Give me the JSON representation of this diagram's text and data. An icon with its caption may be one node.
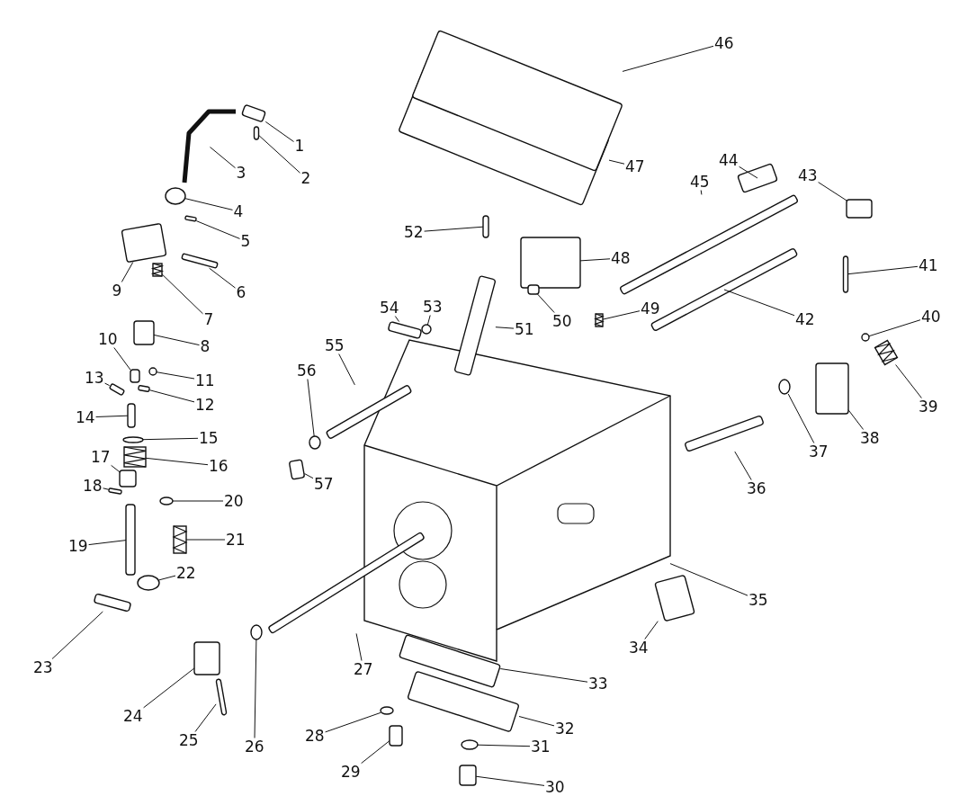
{
  "diagram": {
    "nodes": [
      {
        "text": [
          "1"
        ]
      },
      {
        "text": [
          "2"
        ]
      },
      {
        "text": [
          "3"
        ]
      },
      {
        "text": [
          "4"
        ]
      },
      {
        "text": [
          "5"
        ]
      },
      {
        "text": [
          "6"
        ]
      },
      {
        "text": [
          "7"
        ]
      },
      {
        "text": [
          "8"
        ]
      },
      {
        "text": [
          "9"
        ]
      },
      {
        "text": [
          "10"
        ]
      },
      {
        "text": [
          "11"
        ]
      },
      {
        "text": [
          "12"
        ]
      },
      {
        "text": [
          "13"
        ]
      },
      {
        "text": [
          "14"
        ]
      },
      {
        "text": [
          "15"
        ]
      },
      {
        "text": [
          "16"
        ]
      },
      {
        "text": [
          "17"
        ]
      },
      {
        "text": [
          "18"
        ]
      },
      {
        "text": [
          "19"
        ]
      },
      {
        "text": [
          "20"
        ]
      },
      {
        "text": [
          "21"
        ]
      },
      {
        "text": [
          "22"
        ]
      },
      {
        "text": [
          "23"
        ]
      },
      {
        "text": [
          "24"
        ]
      },
      {
        "text": [
          "25"
        ]
      },
      {
        "text": [
          "26"
        ]
      },
      {
        "text": [
          "27"
        ]
      },
      {
        "text": [
          "28"
        ]
      },
      {
        "text": [
          "29"
        ]
      },
      {
        "text": [
          "30"
        ]
      },
      {
        "text": [
          "31"
        ]
      },
      {
        "text": [
          "32"
        ]
      },
      {
        "text": [
          "33"
        ]
      },
      {
        "text": [
          "34"
        ]
      },
      {
        "text": [
          "35"
        ]
      },
      {
        "text": [
          "36"
        ]
      },
      {
        "text": [
          "37"
        ]
      },
      {
        "text": [
          "38"
        ]
      },
      {
        "text": [
          "39"
        ]
      },
      {
        "text": [
          "40"
        ]
      },
      {
        "text": [
          "41"
        ]
      },
      {
        "text": [
          "42"
        ]
      },
      {
        "text": [
          "43"
        ]
      },
      {
        "text": [
          "44"
        ]
      },
      {
        "text": [
          "45"
        ]
      },
      {
        "text": [
          "46"
        ]
      },
      {
        "text": [
          "47"
        ]
      },
      {
        "text": [
          "48"
        ]
      },
      {
        "text": [
          "49"
        ]
      },
      {
        "text": [
          "50"
        ]
      },
      {
        "text": [
          "51"
        ]
      },
      {
        "text": [
          "52"
        ]
      },
      {
        "text": [
          "53"
        ]
      },
      {
        "text": [
          "54"
        ]
      },
      {
        "text": [
          "55"
        ]
      },
      {
        "text": [
          "56"
        ]
      },
      {
        "text": [
          "57"
        ]
      },
      {
        "text": [],
        "shape": "box"
      },
      {
        "text": [],
        "shape": "box"
      },
      {
        "text": [],
        "shape": "picture"
      },
      {
        "text": [],
        "shape": "circle"
      },
      {
        "text": [],
        "shape": "box"
      },
      {
        "text": [],
        "shape": "box"
      },
      {
        "text": [],
        "shape": "box"
      },
      {
        "text": [],
        "shape": "box"
      },
      {
        "text": [],
        "shape": "box"
      },
      {
        "text": [],
        "shape": "box"
      },
      {
        "text": [],
        "shape": "circle"
      },
      {
        "text": [],
        "shape": "box"
      },
      {
        "text": [],
        "shape": "box"
      },
      {
        "text": [],
        "shape": "box"
      },
      {
        "text": [],
        "shape": "circle"
      },
      {
        "text": [],
        "shape": "box"
      },
      {
        "text": [],
        "shape": "box"
      },
      {
        "text": [],
        "shape": "box"
      },
      {
        "text": [],
        "shape": "box"
      },
      {
        "text": [],
        "shape": "circle"
      },
      {
        "text": [],
        "shape": "box"
      },
      {
        "text": [],
        "shape": "circle"
      },
      {
        "text": [],
        "shape": "box"
      },
      {
        "text": [],
        "shape": "box"
      },
      {
        "text": [],
        "shape": "box"
      },
      {
        "text": [],
        "shape": "circle"
      },
      {
        "text": [],
        "shape": "box"
      },
      {
        "text": [],
        "shape": "circle"
      },
      {
        "text": [],
        "shape": "box"
      },
      {
        "text": [],
        "shape": "box"
      },
      {
        "text": [],
        "shape": "circle"
      },
      {
        "text": [],
        "shape": "box"
      },
      {
        "text": [],
        "shape": "box"
      },
      {
        "text": [],
        "shape": "box"
      },
      {
        "text": [],
        "shape": "picture"
      },
      {
        "text": [],
        "shape": "box"
      },
      {
        "text": [],
        "shape": "circle"
      },
      {
        "text": [],
        "shape": "box"
      },
      {
        "text": [],
        "shape": "box"
      },
      {
        "text": [],
        "shape": "circle"
      },
      {
        "text": [],
        "shape": "box"
      },
      {
        "text": [],
        "shape": "box"
      },
      {
        "text": [],
        "shape": "box"
      },
      {
        "text": [],
        "shape": "box"
      },
      {
        "text": [],
        "shape": "box"
      },
      {
        "text": [],
        "shape": "box"
      },
      {
        "text": [],
        "shape": "box"
      },
      {
        "text": [],
        "shape": "box"
      },
      {
        "text": [],
        "shape": "box"
      },
      {
        "text": [],
        "shape": "box"
      },
      {
        "text": [],
        "shape": "box"
      },
      {
        "text": [],
        "shape": "box"
      },
      {
        "text": [],
        "shape": "circle"
      },
      {
        "text": [],
        "shape": "box"
      },
      {
        "text": [],
        "shape": "box"
      },
      {
        "text": [],
        "shape": "circle"
      },
      {
        "text": [],
        "shape": "box"
      }
    ],
    "edges": [
      {
        "from": 0,
        "to": 57,
        "arrow": "none"
      },
      {
        "from": 1,
        "to": 58,
        "arrow": "none"
      },
      {
        "from": 2,
        "to": 59,
        "arrow": "none"
      },
      {
        "from": 3,
        "to": 60,
        "arrow": "none"
      },
      {
        "from": 4,
        "to": 61,
        "arrow": "none"
      },
      {
        "from": 5,
        "to": 62,
        "arrow": "none"
      },
      {
        "from": 6,
        "to": 63,
        "arrow": "none"
      },
      {
        "from": 7,
        "to": 64,
        "arrow": "none"
      },
      {
        "from": 8,
        "to": 65,
        "arrow": "none"
      },
      {
        "from": 9,
        "to": 66,
        "arrow": "none"
      },
      {
        "from": 10,
        "to": 67,
        "arrow": "none"
      },
      {
        "from": 11,
        "to": 68,
        "arrow": "none"
      },
      {
        "from": 12,
        "to": 69,
        "arrow": "none"
      },
      {
        "from": 13,
        "to": 70,
        "arrow": "none"
      },
      {
        "from": 14,
        "to": 71,
        "arrow": "none"
      },
      {
        "from": 15,
        "to": 72,
        "arrow": "none"
      },
      {
        "from": 16,
        "to": 73,
        "arrow": "none"
      },
      {
        "from": 17,
        "to": 74,
        "arrow": "none"
      },
      {
        "from": 18,
        "to": 75,
        "arrow": "none"
      },
      {
        "from": 19,
        "to": 76,
        "arrow": "none"
      },
      {
        "from": 20,
        "to": 77,
        "arrow": "none"
      },
      {
        "from": 21,
        "to": 78,
        "arrow": "none"
      },
      {
        "from": 22,
        "to": 79,
        "arrow": "none"
      },
      {
        "from": 23,
        "to": 80,
        "arrow": "none"
      },
      {
        "from": 24,
        "to": 81,
        "arrow": "none"
      },
      {
        "from": 25,
        "to": 82,
        "arrow": "none"
      },
      {
        "from": 26,
        "to": 83,
        "arrow": "none"
      },
      {
        "from": 27,
        "to": 84,
        "arrow": "none"
      },
      {
        "from": 28,
        "to": 85,
        "arrow": "none"
      },
      {
        "from": 29,
        "to": 86,
        "arrow": "none"
      },
      {
        "from": 30,
        "to": 87,
        "arrow": "none"
      },
      {
        "from": 31,
        "to": 88,
        "arrow": "none"
      },
      {
        "from": 32,
        "to": 89,
        "arrow": "none"
      },
      {
        "from": 33,
        "to": 90,
        "arrow": "none"
      },
      {
        "from": 34,
        "to": 91,
        "arrow": "none"
      },
      {
        "from": 35,
        "to": 92,
        "arrow": "none"
      },
      {
        "from": 36,
        "to": 93,
        "arrow": "none"
      },
      {
        "from": 37,
        "to": 94,
        "arrow": "none"
      },
      {
        "from": 38,
        "to": 95,
        "arrow": "none"
      },
      {
        "from": 39,
        "to": 96,
        "arrow": "none"
      },
      {
        "from": 40,
        "to": 97,
        "arrow": "none"
      },
      {
        "from": 41,
        "to": 98,
        "arrow": "none"
      },
      {
        "from": 42,
        "to": 99,
        "arrow": "none"
      },
      {
        "from": 43,
        "to": 100,
        "arrow": "none"
      },
      {
        "from": 44,
        "to": 101,
        "arrow": "none"
      },
      {
        "from": 45,
        "to": 102,
        "arrow": "none"
      },
      {
        "from": 46,
        "to": 103,
        "arrow": "none"
      },
      {
        "from": 47,
        "to": 104,
        "arrow": "none"
      },
      {
        "from": 48,
        "to": 105,
        "arrow": "none"
      },
      {
        "from": 49,
        "to": 106,
        "arrow": "none"
      },
      {
        "from": 50,
        "to": 107,
        "arrow": "none"
      },
      {
        "from": 51,
        "to": 108,
        "arrow": "none"
      },
      {
        "from": 52,
        "to": 109,
        "arrow": "none"
      },
      {
        "from": 53,
        "to": 110,
        "arrow": "none"
      },
      {
        "from": 54,
        "to": 111,
        "arrow": "none"
      },
      {
        "from": 55,
        "to": 112,
        "arrow": "none"
      },
      {
        "from": 56,
        "to": 113,
        "arrow": "none"
      }
    ]
  }
}
